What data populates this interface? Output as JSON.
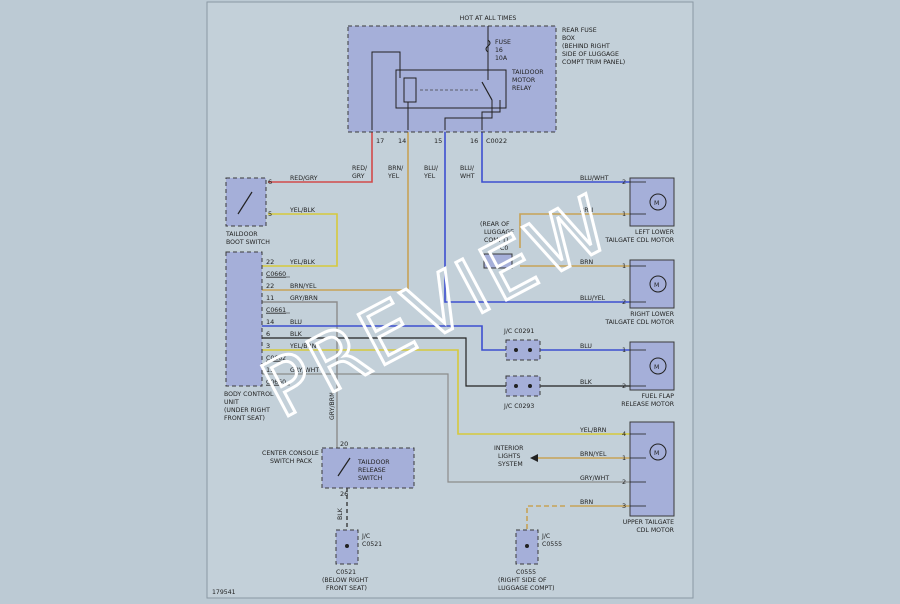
{
  "title": "HOT AT ALL TIMES",
  "figure_number": "179541",
  "watermark": "PREVIEW",
  "colors": {
    "background": "#bccad4",
    "sheet": "#c3d0d9",
    "component_fill": "#a5afd9",
    "wire_red": "#d24a4a",
    "wire_tan": "#c7a257",
    "wire_blue": "#3d4fd0",
    "wire_grey": "#8c8c8c",
    "wire_yellow": "#d6c93c",
    "wire_black": "#222222"
  },
  "fuse_box": {
    "label": [
      "REAR FUSE",
      "BOX",
      "(BEHIND RIGHT",
      "SIDE OF LUGGAGE",
      "COMPT TRIM PANEL)"
    ],
    "fuse": [
      "FUSE",
      "16",
      "10A"
    ],
    "relay": [
      "TAILDOOR",
      "MOTOR",
      "RELAY"
    ],
    "pins": [
      "17",
      "14",
      "15",
      "16"
    ],
    "connector": "C0022"
  },
  "wire_labels": {
    "red_gry": [
      "RED/",
      "GRY"
    ],
    "brn_yel": [
      "BRN/",
      "YEL"
    ],
    "blu_yel": [
      "BLU/",
      "YEL"
    ],
    "blu_wht": [
      "BLU/",
      "WHT"
    ]
  },
  "taildoor_boot_switch": {
    "label": [
      "TAILDOOR",
      "BOOT SWITCH"
    ],
    "pins": [
      "6",
      "5"
    ],
    "wires": [
      "RED/GRY",
      "YEL/BLK"
    ]
  },
  "body_control_unit": {
    "label": [
      "BODY CONTROL",
      "UNIT",
      "(UNDER RIGHT",
      "FRONT SEAT)"
    ],
    "rows": [
      {
        "pin": "22",
        "wire": "YEL/BLK",
        "connector": "C0660"
      },
      {
        "pin": "22",
        "wire": "BRN/YEL",
        "connector": ""
      },
      {
        "pin": "11",
        "wire": "GRY/BRN",
        "connector": "C0661"
      },
      {
        "pin": "14",
        "wire": "BLU",
        "connector": ""
      },
      {
        "pin": "6",
        "wire": "BLK",
        "connector": ""
      },
      {
        "pin": "3",
        "wire": "YEL/BRN",
        "connector": "C0662"
      },
      {
        "pin": "15",
        "wire": "GRY/WHT",
        "connector": "C0660"
      }
    ]
  },
  "motors": [
    {
      "label": [
        "LEFT LOWER",
        "TAILGATE CDL MOTOR"
      ],
      "pins": [
        "2",
        "1"
      ],
      "wires": [
        "BLU/WHT",
        "BRN"
      ]
    },
    {
      "label": [
        "RIGHT LOWER",
        "TAILGATE CDL MOTOR"
      ],
      "pins": [
        "1",
        "2"
      ],
      "wires": [
        "BRN",
        "BLU/YEL"
      ]
    },
    {
      "label": [
        "FUEL FLAP",
        "RELEASE MOTOR"
      ],
      "pins": [
        "1",
        "2"
      ],
      "wires": [
        "BLU",
        "BLK"
      ]
    },
    {
      "label": [
        "UPPER TAILGATE",
        "CDL MOTOR"
      ],
      "pins": [
        "4",
        "1",
        "2",
        "3"
      ],
      "wires": [
        "YEL/BRN",
        "BRN/YEL",
        "GRY/WHT",
        "BRN"
      ]
    }
  ],
  "rear_of_luggage": [
    "(REAR OF",
    "LUGGAGE",
    "COMPT)",
    "C0"
  ],
  "jc_0291": "J/C C0291",
  "jc_0293": "J/C C0293",
  "interior_lights": [
    "INTERIOR",
    "LIGHTS",
    "SYSTEM"
  ],
  "center_console": {
    "label": [
      "CENTER CONSOLE",
      "SWITCH PACK"
    ],
    "switch": [
      "TAILDOOR",
      "RELEASE",
      "SWITCH"
    ],
    "pins": [
      "20",
      "26"
    ],
    "wires": [
      "GRY/BRN",
      "BLK"
    ]
  },
  "jc_c0521": {
    "jc": [
      "J/C",
      "C0521"
    ],
    "label": [
      "C0521",
      "(BELOW RIGHT",
      "FRONT SEAT)"
    ]
  },
  "jc_c0555": {
    "jc": [
      "J/C",
      "C0555"
    ],
    "label": [
      "C0555",
      "(RIGHT SIDE OF",
      "LUGGAGE COMPT)"
    ]
  }
}
